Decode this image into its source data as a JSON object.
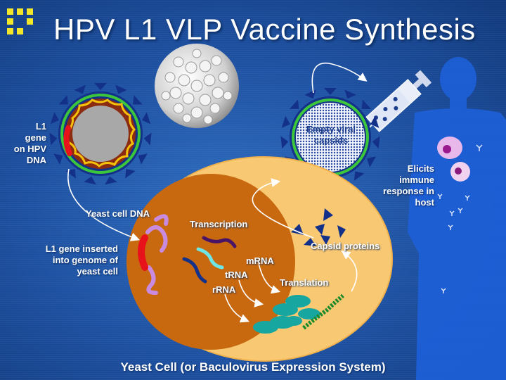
{
  "title": "HPV L1 VLP Vaccine Synthesis",
  "labels": {
    "l1_gene_line1": "L1",
    "l1_gene_line2": "gene",
    "l1_gene_line3": "on HPV",
    "l1_gene_line4": "DNA",
    "empty_capsids_line1": "Empty viral",
    "empty_capsids_line2": "capsids",
    "immune_line1": "Elicits",
    "immune_line2": "immune",
    "immune_line3": "response in",
    "immune_line4": "host",
    "yeast_dna": "Yeast cell DNA",
    "inserted_line1": "L1 gene inserted",
    "inserted_line2": "into genome of",
    "inserted_line3": "yeast cell",
    "transcription": "Transcription",
    "mrna": "mRNA",
    "trna": "tRNA",
    "rrna": "rRNA",
    "translation": "Translation",
    "capsid_proteins": "Capsid proteins"
  },
  "footer": "Yeast Cell (or Baculovirus Expression System)",
  "colors": {
    "background": "#1d4f9f",
    "accent_squares": "#f3e72a",
    "yeast_cell": "#f9c873",
    "nucleus": "#c8690f",
    "l1_gene": "#e8121a"
  }
}
